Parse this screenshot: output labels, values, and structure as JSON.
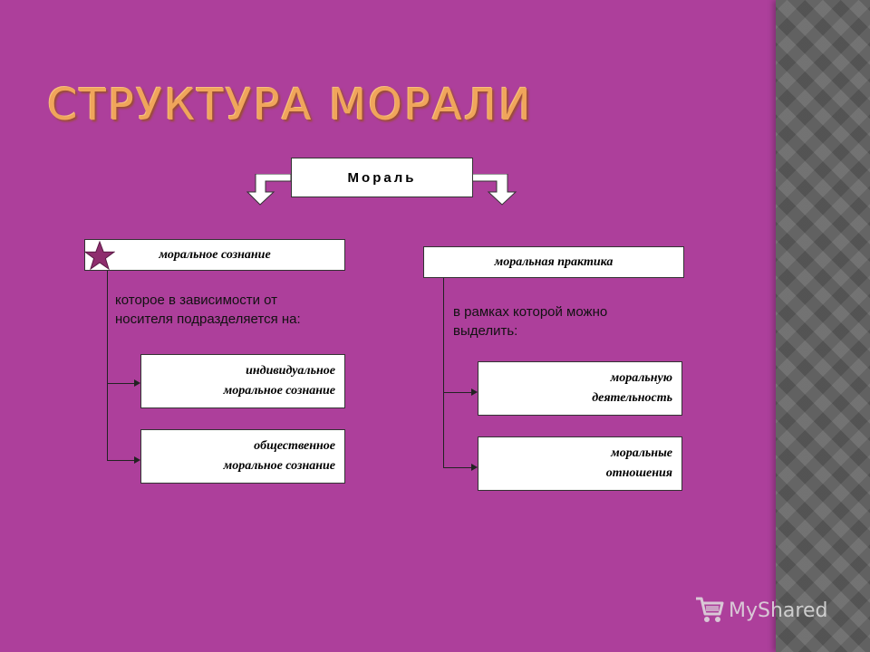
{
  "title": "СТРУКТУРА МОРАЛИ",
  "root": {
    "label": "Мораль"
  },
  "left": {
    "head": "моральное сознание",
    "desc": [
      "которое в зависимости от",
      "носителя подразделяется на:"
    ],
    "items": [
      [
        "индивидуальное",
        "моральное сознание"
      ],
      [
        "общественное",
        "моральное сознание"
      ]
    ]
  },
  "right": {
    "head": "моральная практика",
    "desc": [
      "в рамках которой можно",
      "выделить:"
    ],
    "items": [
      [
        "моральную",
        "деятельность"
      ],
      [
        "моральные",
        "отношения"
      ]
    ]
  },
  "watermark": {
    "text": "MyShared"
  },
  "icons": [
    "star-icon",
    "arrow-down-left-icon",
    "arrow-down-right-icon",
    "cart-icon"
  ],
  "colors": {
    "background": "#ad3f9b",
    "title": "#f0a55b",
    "star": "#8e2d6e",
    "panel": "#5f5f5f"
  }
}
